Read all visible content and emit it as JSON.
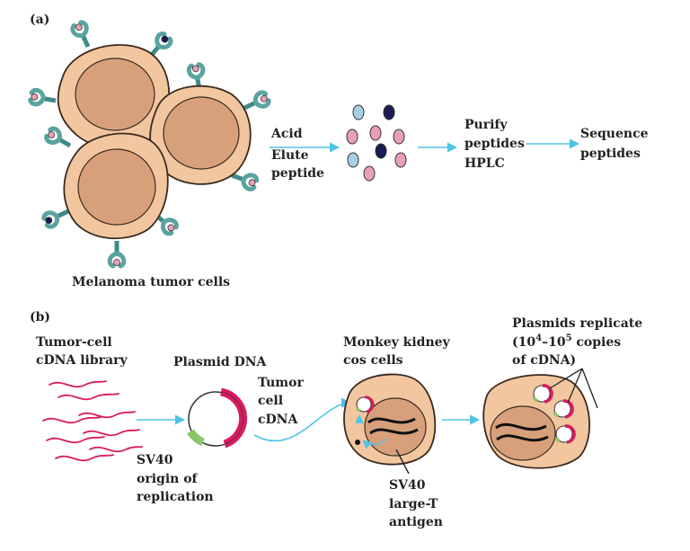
{
  "colors": {
    "cell_fill": "#f2c79f",
    "cell_edge": "#3a2a20",
    "nucleus_fill": "#d8a07a",
    "receptor": "#5aa3a0",
    "peptide_pink": "#e8a0b8",
    "peptide_blue": "#a9cfe3",
    "peptide_navy": "#1b1b55",
    "arrow": "#4fc3e6",
    "cdna": "#d81b60",
    "sv40_origin": "#8cc56a"
  },
  "panel_a": {
    "label": "(a)",
    "cells_label": "Melanoma tumor cells",
    "step1": [
      "Acid",
      "Elute",
      "peptide"
    ],
    "step2": [
      "Purify",
      "peptides",
      "HPLC"
    ],
    "step3": [
      "Sequence",
      "peptides"
    ]
  },
  "panel_b": {
    "label": "(b)",
    "library_label": [
      "Tumor-cell",
      "cDNA library"
    ],
    "plasmid_label": "Plasmid DNA",
    "tumor_cdna_label": [
      "Tumor",
      "cell",
      "cDNA"
    ],
    "sv40_origin_label": [
      "SV40",
      "origin of",
      "replication"
    ],
    "monkey_label": [
      "Monkey kidney",
      "cos cells"
    ],
    "large_t_label": [
      "SV40",
      "large-T",
      "antigen"
    ],
    "replicate_title": "Plasmids replicate",
    "replicate_copies_open": "(10",
    "replicate_exp1": "4",
    "replicate_dash": "–10",
    "replicate_exp2": "5",
    "replicate_copies_close": " copies",
    "replicate_of": "of cDNA)"
  }
}
